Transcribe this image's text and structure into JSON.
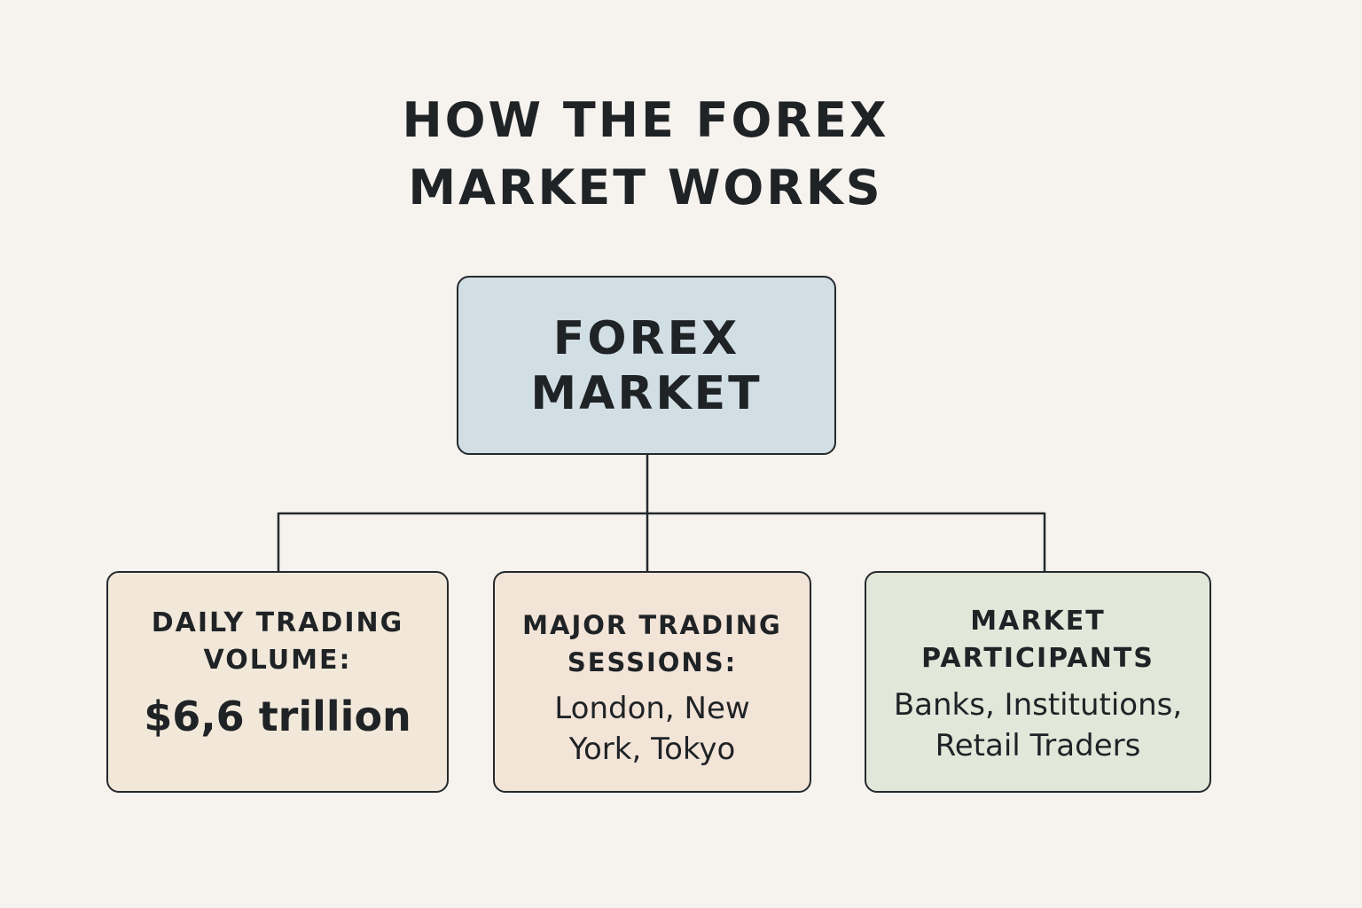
{
  "title": {
    "line1": "HOW THE FOREX",
    "line2": "MARKET WORKS"
  },
  "root": {
    "line1": "FOREX",
    "line2": "MARKET",
    "color": "#d1dfe5"
  },
  "children": [
    {
      "heading_line1": "DAILY TRADING",
      "heading_line2": "VOLUME:",
      "detail_line1": "$6,6 trillion",
      "color": "#f2e8d9"
    },
    {
      "heading_line1": "MAJOR TRADING",
      "heading_line2": "SESSIONS:",
      "detail_line1": "London, New",
      "detail_line2": "York, Tokyo",
      "color": "#f3e4d8"
    },
    {
      "heading_line1": "MARKET",
      "heading_line2": "PARTICIPANTS",
      "detail_line1": "Banks, Institutions,",
      "detail_line2": "Retail Traders",
      "color": "#e3e7da"
    }
  ],
  "line_color": "#24292d"
}
